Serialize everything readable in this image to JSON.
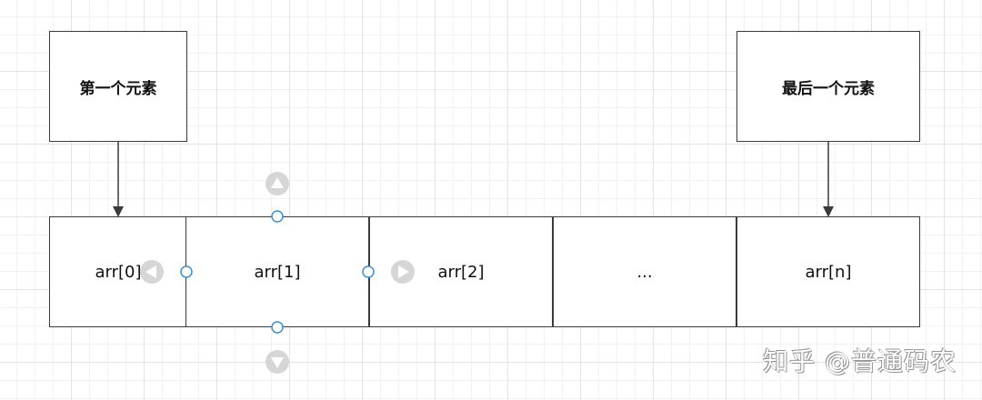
{
  "labels": {
    "first": "第一个元素",
    "last": "最后一个元素"
  },
  "cells": [
    "arr[0]",
    "arr[1]",
    "arr[2]",
    "...",
    "arr[n]"
  ],
  "watermark": "知乎 @普通码农",
  "colors": {
    "stroke": "#3b3b3b",
    "handle": "#3a8fd6",
    "arrow_button": "#d6d6d6"
  },
  "icons": [
    "arrow-up-icon",
    "arrow-down-icon",
    "arrow-left-icon",
    "arrow-right-icon",
    "connection-point-icon"
  ]
}
